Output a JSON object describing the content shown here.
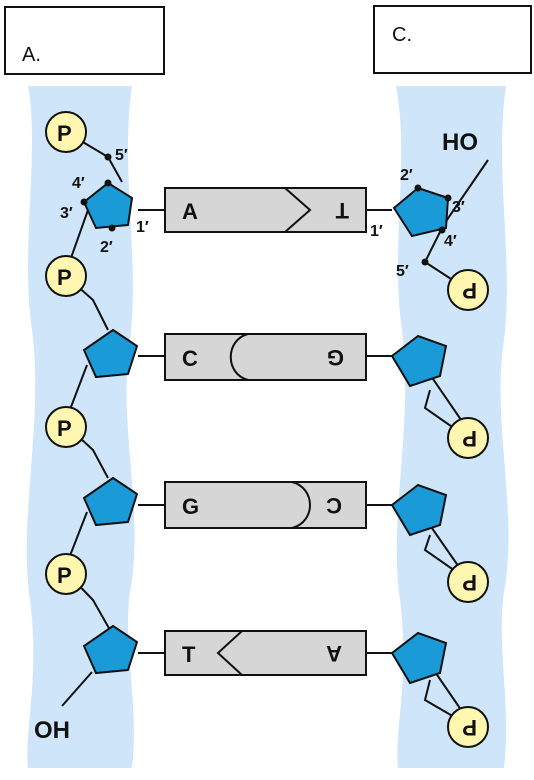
{
  "labels": {
    "box_a": "A.",
    "box_c": "C."
  },
  "left_strand": {
    "phosphate": "P",
    "end_label": "OH",
    "carbons": {
      "c1": "1′",
      "c2": "2′",
      "c3": "3′",
      "c4": "4′",
      "c5": "5′"
    }
  },
  "right_strand": {
    "phosphate": "P",
    "end_label": "HO",
    "carbons": {
      "c1": "1′",
      "c2": "2′",
      "c3": "3′",
      "c4": "4′",
      "c5": "5′"
    }
  },
  "base_pairs": [
    {
      "left": "A",
      "right": "T"
    },
    {
      "left": "C",
      "right": "G"
    },
    {
      "left": "G",
      "right": "C"
    },
    {
      "left": "T",
      "right": "A"
    }
  ],
  "colors": {
    "backbone": "#cfe6fa",
    "sugar": "#1a9ad6",
    "phosphate": "#fff7b0",
    "base": "#d6d6d6"
  }
}
